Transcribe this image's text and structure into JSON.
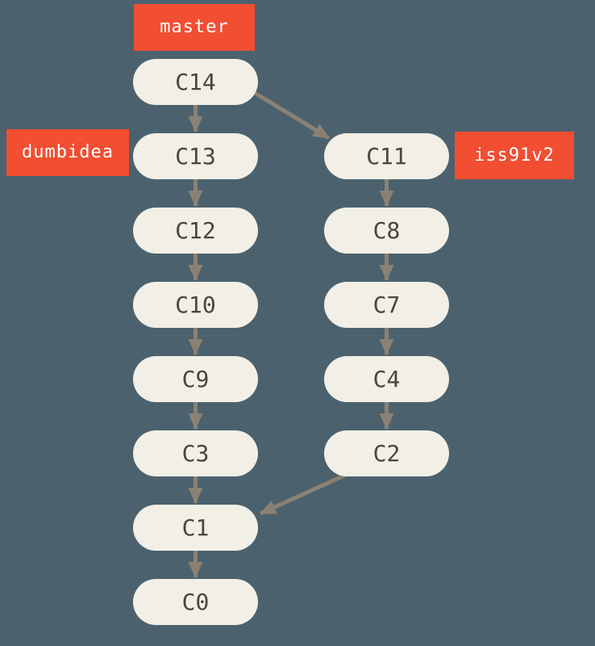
{
  "colors": {
    "background": "#4b626e",
    "branch_label_bg": "#f14e32",
    "branch_label_text": "#ffffff",
    "commit_bg": "#f2efe6",
    "commit_text": "#4a453e",
    "arrow": "#8b8173"
  },
  "diagram": {
    "type": "git-commit-graph",
    "branch_labels": [
      {
        "id": "master",
        "text": "master",
        "points_to": "C14"
      },
      {
        "id": "dumbidea",
        "text": "dumbidea",
        "points_to": "C13"
      },
      {
        "id": "iss91v2",
        "text": "iss91v2",
        "points_to": "C11"
      }
    ],
    "commits": [
      {
        "id": "C14",
        "lane": "left",
        "row": 0
      },
      {
        "id": "C13",
        "lane": "left",
        "row": 1
      },
      {
        "id": "C12",
        "lane": "left",
        "row": 2
      },
      {
        "id": "C10",
        "lane": "left",
        "row": 3
      },
      {
        "id": "C9",
        "lane": "left",
        "row": 4
      },
      {
        "id": "C3",
        "lane": "left",
        "row": 5
      },
      {
        "id": "C1",
        "lane": "left",
        "row": 6
      },
      {
        "id": "C0",
        "lane": "left",
        "row": 7
      },
      {
        "id": "C11",
        "lane": "right",
        "row": 1
      },
      {
        "id": "C8",
        "lane": "right",
        "row": 2
      },
      {
        "id": "C7",
        "lane": "right",
        "row": 3
      },
      {
        "id": "C4",
        "lane": "right",
        "row": 4
      },
      {
        "id": "C2",
        "lane": "right",
        "row": 5
      }
    ],
    "edges": [
      {
        "from": "C14",
        "to": "C13"
      },
      {
        "from": "C13",
        "to": "C12"
      },
      {
        "from": "C12",
        "to": "C10"
      },
      {
        "from": "C10",
        "to": "C9"
      },
      {
        "from": "C9",
        "to": "C3"
      },
      {
        "from": "C3",
        "to": "C1"
      },
      {
        "from": "C1",
        "to": "C0"
      },
      {
        "from": "C14",
        "to": "C11"
      },
      {
        "from": "C11",
        "to": "C8"
      },
      {
        "from": "C8",
        "to": "C7"
      },
      {
        "from": "C7",
        "to": "C4"
      },
      {
        "from": "C4",
        "to": "C2"
      },
      {
        "from": "C2",
        "to": "C1"
      }
    ]
  }
}
